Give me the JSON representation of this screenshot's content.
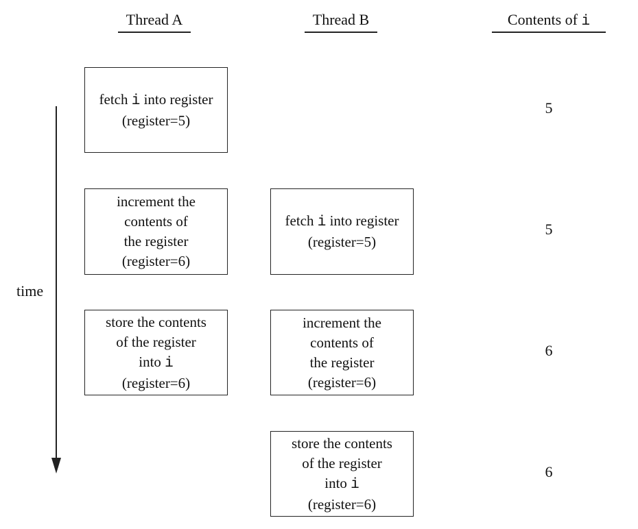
{
  "headers": {
    "thread_a": "Thread A",
    "thread_b": "Thread B",
    "contents_prefix": "Contents of ",
    "contents_var": "i"
  },
  "time_label": "time",
  "rows": [
    {
      "thread_a": [
        {
          "pre": "fetch ",
          "code": "i",
          "post": " into register"
        },
        {
          "pre": "(register=5)"
        }
      ],
      "thread_b": [],
      "contents": "5"
    },
    {
      "thread_a": [
        {
          "pre": "increment the"
        },
        {
          "pre": "contents of"
        },
        {
          "pre": "the register"
        },
        {
          "pre": "(register=6)"
        }
      ],
      "thread_b": [
        {
          "pre": "fetch ",
          "code": "i",
          "post": " into register"
        },
        {
          "pre": "(register=5)"
        }
      ],
      "contents": "5"
    },
    {
      "thread_a": [
        {
          "pre": "store the contents"
        },
        {
          "pre": "of the register"
        },
        {
          "pre": "into ",
          "code": "i"
        },
        {
          "pre": "(register=6)"
        }
      ],
      "thread_b": [
        {
          "pre": "increment the"
        },
        {
          "pre": "contents of"
        },
        {
          "pre": "the register"
        },
        {
          "pre": "(register=6)"
        }
      ],
      "contents": "6"
    },
    {
      "thread_a": [],
      "thread_b": [
        {
          "pre": "store the contents"
        },
        {
          "pre": "of the register"
        },
        {
          "pre": "into ",
          "code": "i"
        },
        {
          "pre": "(register=6)"
        }
      ],
      "contents": "6"
    }
  ],
  "colors": {
    "ink": "#111111",
    "line": "#222222",
    "background": "#ffffff"
  }
}
